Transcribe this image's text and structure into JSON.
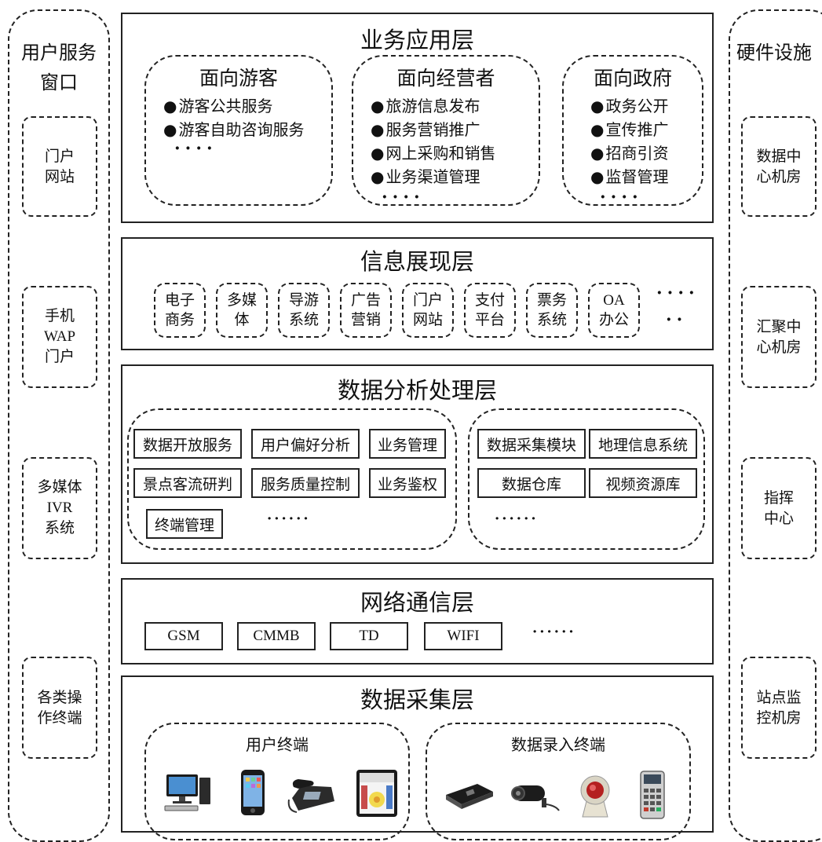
{
  "left_column": {
    "title": "用户服务窗口",
    "items": [
      "门户\n网站",
      "手机\nWAP\n门户",
      "多媒体\nIVR\n系统",
      "各类操\n作终端"
    ]
  },
  "right_column": {
    "title": "硬件设施",
    "items": [
      "数据中\n心机房",
      "汇聚中\n心机房",
      "指挥\n中心",
      "站点监\n控机房"
    ]
  },
  "layers": {
    "business": {
      "title": "业务应用层",
      "groups": [
        {
          "title": "面向游客",
          "items": [
            "游客公共服务",
            "游客自助咨询服务"
          ],
          "ellipsis": "····"
        },
        {
          "title": "面向经营者",
          "items": [
            "旅游信息发布",
            "服务营销推广",
            "网上采购和销售",
            "业务渠道管理"
          ],
          "ellipsis": "····"
        },
        {
          "title": "面向政府",
          "items": [
            "政务公开",
            "宣传推广",
            "招商引资",
            "监督管理"
          ],
          "ellipsis": "····"
        }
      ]
    },
    "presentation": {
      "title": "信息展现层",
      "items": [
        "电子\n商务",
        "多媒\n体",
        "导游\n系统",
        "广告\n营销",
        "门户\n网站",
        "支付\n平台",
        "票务\n系统",
        "OA\n办公"
      ],
      "ellipsis_top": "····",
      "ellipsis_bottom": "··"
    },
    "analysis": {
      "title": "数据分析处理层",
      "left_group": {
        "row1": [
          "数据开放服务",
          "用户偏好分析",
          "业务管理"
        ],
        "row2": [
          "景点客流研判",
          "服务质量控制",
          "业务鉴权"
        ],
        "row3": [
          "终端管理"
        ],
        "ellipsis": "······"
      },
      "right_group": {
        "row1": [
          "数据采集模块",
          "地理信息系统"
        ],
        "row2": [
          "数据仓库",
          "视频资源库"
        ],
        "ellipsis": "······"
      }
    },
    "network": {
      "title": "网络通信层",
      "items": [
        "GSM",
        "CMMB",
        "TD",
        "WIFI"
      ],
      "ellipsis": "······"
    },
    "collection": {
      "title": "数据采集层",
      "user_terminal": {
        "title": "用户终端",
        "devices": [
          "desktop-computer-icon",
          "mobile-phone-icon",
          "desk-telephone-icon",
          "tablet-icon"
        ]
      },
      "input_terminal": {
        "title": "数据录入终端",
        "devices": [
          "capture-card-icon",
          "surveillance-camera-icon",
          "barcode-scanner-icon",
          "card-reader-icon"
        ]
      }
    }
  }
}
